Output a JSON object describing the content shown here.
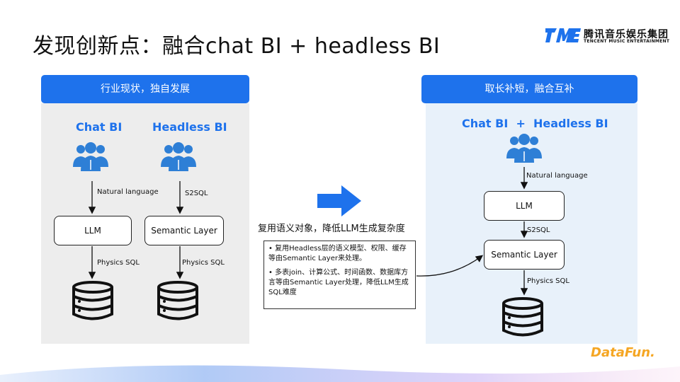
{
  "title": "发现创新点：融合chat BI + headless BI",
  "brand": {
    "name_cn": "腾讯音乐娱乐集团",
    "name_en": "TENCENT MUSIC ENTERTAINMENT",
    "footer": "DataFun."
  },
  "left": {
    "header": "行业现状，独自发展",
    "col1_label": "Chat BI",
    "col2_label": "Headless BI",
    "edge_nl": "Natural language",
    "edge_s2sql": "S2SQL",
    "node_llm": "LLM",
    "node_semantic": "Semantic Layer",
    "edge_phys1": "Physics SQL",
    "edge_phys2": "Physics SQL"
  },
  "middle": {
    "caption": "复用语义对象，降低LLM生成复杂度",
    "note_1": "• 复用Headless层的语义模型、权限、缓存等由Semantic Layer来处理。",
    "note_2": "• 多表join、计算公式、时间函数、数据库方言等由Semantic Layer处理，降低LLM生成SQL难度"
  },
  "right": {
    "header": "取长补短，融合互补",
    "label": "Chat BI  +  Headless BI",
    "edge_nl": "Natural language",
    "node_llm": "LLM",
    "edge_s2sql": "S2SQL",
    "node_semantic": "Semantic Layer",
    "edge_phys": "Physics SQL"
  },
  "colors": {
    "accent": "#1e72ec",
    "users_icon": "#2e7fd6",
    "left_panel": "#ededed",
    "right_panel": "#e8f1fa"
  }
}
